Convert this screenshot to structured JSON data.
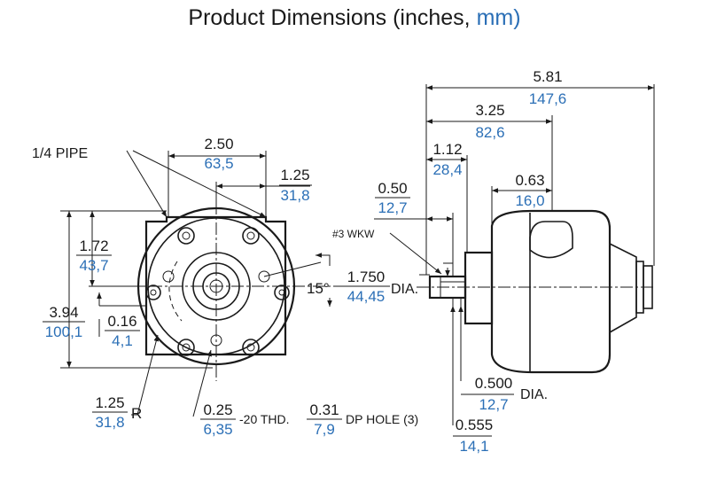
{
  "title": {
    "main": "Product Dimensions (inches,",
    "mm": "mm)"
  },
  "dims": {
    "d_5_81": {
      "in": "5.81",
      "mm": "147,6"
    },
    "d_3_25": {
      "in": "3.25",
      "mm": "82,6"
    },
    "d_1_12": {
      "in": "1.12",
      "mm": "28,4"
    },
    "d_0_63": {
      "in": "0.63",
      "mm": "16,0"
    },
    "d_0_50": {
      "in": "0.50",
      "mm": "12,7"
    },
    "d_2_50": {
      "in": "2.50",
      "mm": "63,5"
    },
    "d_1_25": {
      "in": "1.25",
      "mm": "31,8"
    },
    "d_1_72": {
      "in": "1.72",
      "mm": "43,7"
    },
    "d_3_94": {
      "in": "3.94",
      "mm": "100,1"
    },
    "d_0_16": {
      "in": "0.16",
      "mm": "4,1"
    },
    "d_1_750": {
      "in": "1.750",
      "mm": "44,45",
      "suffix": "DIA."
    },
    "d_1_25r": {
      "in": "1.25",
      "mm": "31,8",
      "suffix": "R"
    },
    "d_0_25": {
      "in": "0.25",
      "mm": "6,35"
    },
    "d_0_31": {
      "in": "0.31",
      "mm": "7,9"
    },
    "d_0_500": {
      "in": "0.500",
      "mm": "12,7",
      "suffix": "DIA."
    },
    "d_0_555": {
      "in": "0.555",
      "mm": "14,1"
    }
  },
  "labels": {
    "pipe": "1/4 PIPE",
    "wkw": "#3 WKW",
    "angle": "15°",
    "thread": "-20 THD.",
    "dp_hole": "DP HOLE (3)"
  }
}
